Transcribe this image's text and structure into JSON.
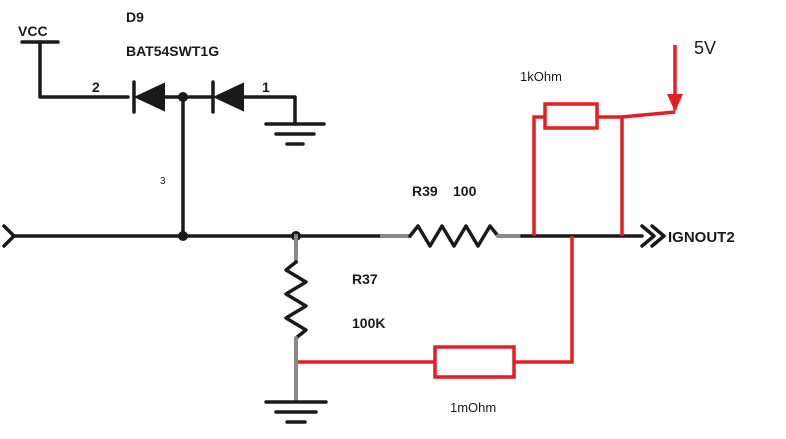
{
  "labels": {
    "vcc": "VCC",
    "diode_ref": "D9",
    "diode_part": "BAT54SWT1G",
    "pin2": "2",
    "pin1": "1",
    "pin3": "3",
    "r39_ref": "R39",
    "r39_value": "100",
    "r37_ref": "R37",
    "r37_value": "100K",
    "net_ignout": "IGNOUT2",
    "supply_5v": "5V",
    "r_pullup_value": "1kOhm",
    "r_pulldown_value": "1mOhm"
  },
  "colors": {
    "wire": "#1a1a1a",
    "added_parts": "#e31e24"
  }
}
